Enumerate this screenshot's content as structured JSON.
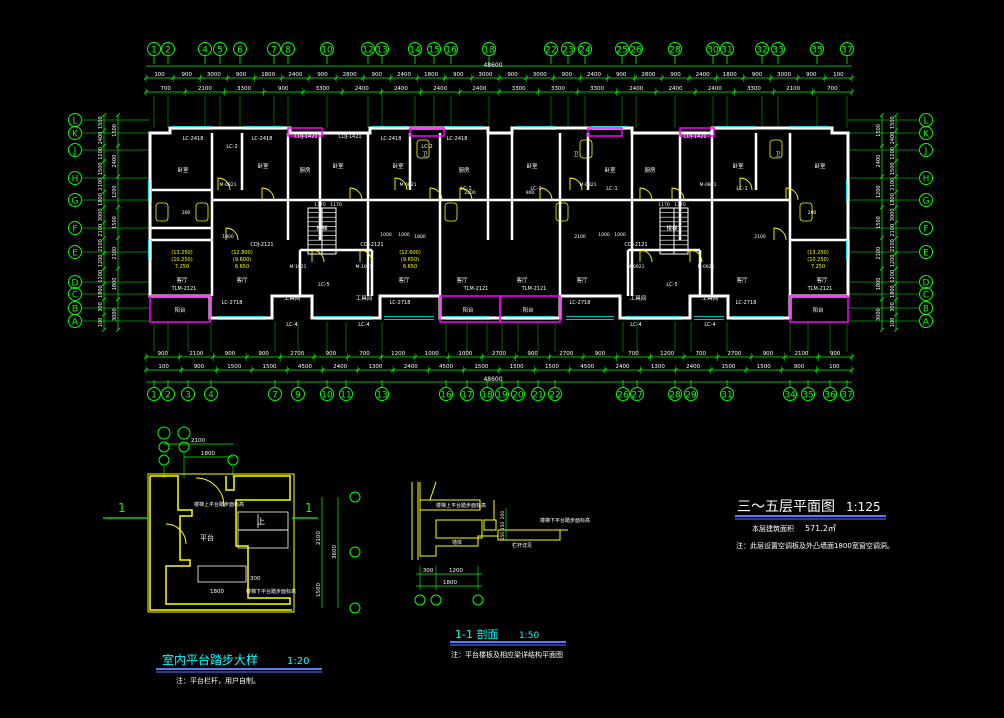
{
  "colors": {
    "background": "#000000",
    "grid": "#00ff00",
    "wall": "#ffffff",
    "window": "#00ffff",
    "door": "#ffff00",
    "balcony": "#ff00ff",
    "title": "#ffffff",
    "title_line": "#5b7bff"
  },
  "plan": {
    "total_width": "48600",
    "grid_top": [
      "1",
      "2",
      "4",
      "5",
      "6",
      "7",
      "8",
      "10",
      "12",
      "13",
      "14",
      "15",
      "16",
      "18",
      "22",
      "23",
      "24",
      "25",
      "26",
      "28",
      "30",
      "31",
      "32",
      "33",
      "35",
      "37"
    ],
    "grid_bottom": [
      "1",
      "2",
      "3",
      "4",
      "7",
      "9",
      "10",
      "11",
      "13",
      "16",
      "17",
      "18",
      "19",
      "20",
      "21",
      "22",
      "26",
      "27",
      "28",
      "29",
      "31",
      "34",
      "35",
      "36",
      "37"
    ],
    "grid_rows_left": [
      "L",
      "K",
      "J",
      "H",
      "G",
      "F",
      "E",
      "D",
      "C",
      "B",
      "A"
    ],
    "grid_rows_right": [
      "L",
      "K",
      "J",
      "H",
      "G",
      "F",
      "E",
      "D",
      "C",
      "B",
      "A"
    ],
    "top_dims_row1": [
      "100",
      "900",
      "3000",
      "900",
      "1800",
      "2400",
      "900",
      "2800",
      "900",
      "2400",
      "1800",
      "900",
      "3000",
      "900",
      "3000",
      "900",
      "2400",
      "900",
      "2800",
      "900",
      "2400",
      "1800",
      "900",
      "3000",
      "900",
      "100"
    ],
    "top_dims_row2": [
      "700",
      "2100",
      "3300",
      "900",
      "3300",
      "2400",
      "2400",
      "2400",
      "2400",
      "3300",
      "3300",
      "3300",
      "2400",
      "2400",
      "2400",
      "3300",
      "2100",
      "700"
    ],
    "bottom_dims_row1": [
      "900",
      "2100",
      "900",
      "900",
      "2700",
      "900",
      "700",
      "1200",
      "1000",
      "1000",
      "2700",
      "900",
      "2700",
      "900",
      "700",
      "1200",
      "700",
      "2700",
      "900",
      "2100",
      "900"
    ],
    "bottom_dims_row2": [
      "100",
      "900",
      "1500",
      "1500",
      "4500",
      "2400",
      "1300",
      "2400",
      "4500",
      "1500",
      "1500",
      "1500",
      "4500",
      "2400",
      "1300",
      "2400",
      "1500",
      "1500",
      "900",
      "100"
    ],
    "left_dims": [
      "1500",
      "2400",
      "1200",
      "1500",
      "2100",
      "1800",
      "3000",
      "2100",
      "2100",
      "1200",
      "1200",
      "1800",
      "300",
      "100"
    ],
    "rooms": [
      "卧室",
      "卧室",
      "厨房",
      "卫",
      "卧室",
      "卧室",
      "厨房",
      "卫",
      "卧室",
      "卧室",
      "厨房",
      "卫",
      "卧室",
      "卧室",
      "客厅",
      "客厅",
      "客厅",
      "客厅",
      "客厅",
      "客厅",
      "客厅",
      "客厅",
      "阳台",
      "阳台",
      "阳台",
      "阳台",
      "楼梯",
      "楼梯",
      "工具间",
      "工具间",
      "工具间",
      "工具间"
    ],
    "room_areas": [
      "(13.250)",
      "(10.250)",
      "7.250",
      "(12.800)",
      "(9.600)",
      "6.650",
      "(12.600)",
      "(9.650)",
      "6.650",
      "(13.250)",
      "(10.250)",
      "7.250"
    ],
    "window_tags": [
      "LC-2418",
      "LC-2",
      "LC-2418",
      "LC-2418",
      "LC-2",
      "LC-2418",
      "LC-1",
      "LC-1",
      "LC-1",
      "LC-1",
      "LC-2718",
      "LC-2718",
      "LC-2718",
      "LC-2718",
      "LC-4",
      "LC-4",
      "LC-4",
      "LC-4",
      "LC-5",
      "LC-5",
      "TLM-2121",
      "TLM-2121",
      "TLM-2121",
      "TLM-2121",
      "CDJ-1421",
      "CDJ-1421",
      "CDJ-1421",
      "CDJ-2121",
      "CDJ-2121",
      "CDJ-2121"
    ],
    "door_tags": [
      "M-0821",
      "M-0821",
      "M-0821",
      "M-0821",
      "M-1021",
      "M-1021",
      "M-0921",
      "M-0921"
    ],
    "small_dims": [
      "1170",
      "1170",
      "1170",
      "1170",
      "1800",
      "1800",
      "2100",
      "2100",
      "1000",
      "1000",
      "1000",
      "1000",
      "2400",
      "900",
      "300",
      "200"
    ]
  },
  "main_title": {
    "text": "三～五层平面图",
    "scale": "1:125",
    "area_label": "本层建筑面积",
    "area_value": "571.2㎡",
    "note": "注：此层设置空调板及外凸墙面1800宽窗空调洞。"
  },
  "stair_detail": {
    "title": "室内平台踏步大样",
    "scale": "1:20",
    "note": "注：平台栏杆，用户自制。",
    "dims_top": [
      "2100",
      "1800"
    ],
    "dims_right": [
      "2100",
      "3600",
      "1500"
    ],
    "dims_bottom": [
      "300",
      "1800"
    ],
    "platform_label": "平台",
    "up_label": "上",
    "section_mark": "1",
    "annotations": [
      "楼梯上平台踏步面标高",
      "楼梯下平台踏步面标高"
    ]
  },
  "section_detail": {
    "title": "1-1 剖面",
    "scale": "1:50",
    "note": "注：平台楼板及相应梁详结构平面图",
    "dims_bottom": [
      "300",
      "1200",
      "1800"
    ],
    "dims_right": [
      "200",
      "150",
      "150"
    ],
    "labels": [
      "楼梯上平台踏步面标高",
      "楼梯下平台踏步面标高",
      "墙体",
      "栏杆详见"
    ]
  }
}
